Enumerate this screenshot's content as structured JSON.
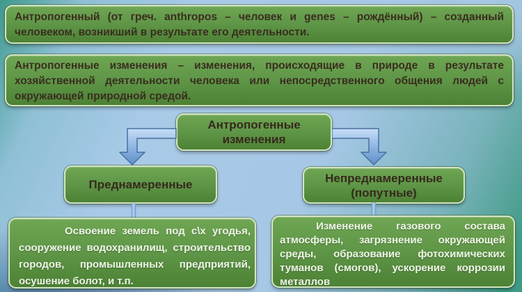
{
  "slide": {
    "definitions": [
      {
        "text": "Антропогенный (от греч. anthropos – человек и genes – рождённый) – созданный человеком, возникший в результате его деятельности."
      },
      {
        "text": "Антропогенные изменения – изменения, происходящие в природе в результате хозяйственной деятельности человека или непосредственного общения людей с окружающей природной средой."
      }
    ],
    "diagram": {
      "root_label": "Антропогенные изменения",
      "branches": [
        {
          "label": "Преднамеренные",
          "detail": "Освоение земель под с\\х угодья, сооружение водохранилищ, строительство городов, промышленных предприятий, осушение болот, и т.п."
        },
        {
          "label": "Непреднамеренные (попутные)",
          "detail": "Изменение газового состава атмосферы, загрязнение окружающей среды, образование фотохимических туманов (смогов), ускорение коррозии металлов"
        }
      ]
    },
    "colors": {
      "box_green": "#5e9646",
      "box_border": "#d3e5c3",
      "text_dark": "#3a2d20",
      "text_light": "#eef4e6",
      "arrow_blue": "#8fb6e2",
      "background_teal": "#3f9a8c",
      "background_blue": "#a6c8e6"
    }
  }
}
